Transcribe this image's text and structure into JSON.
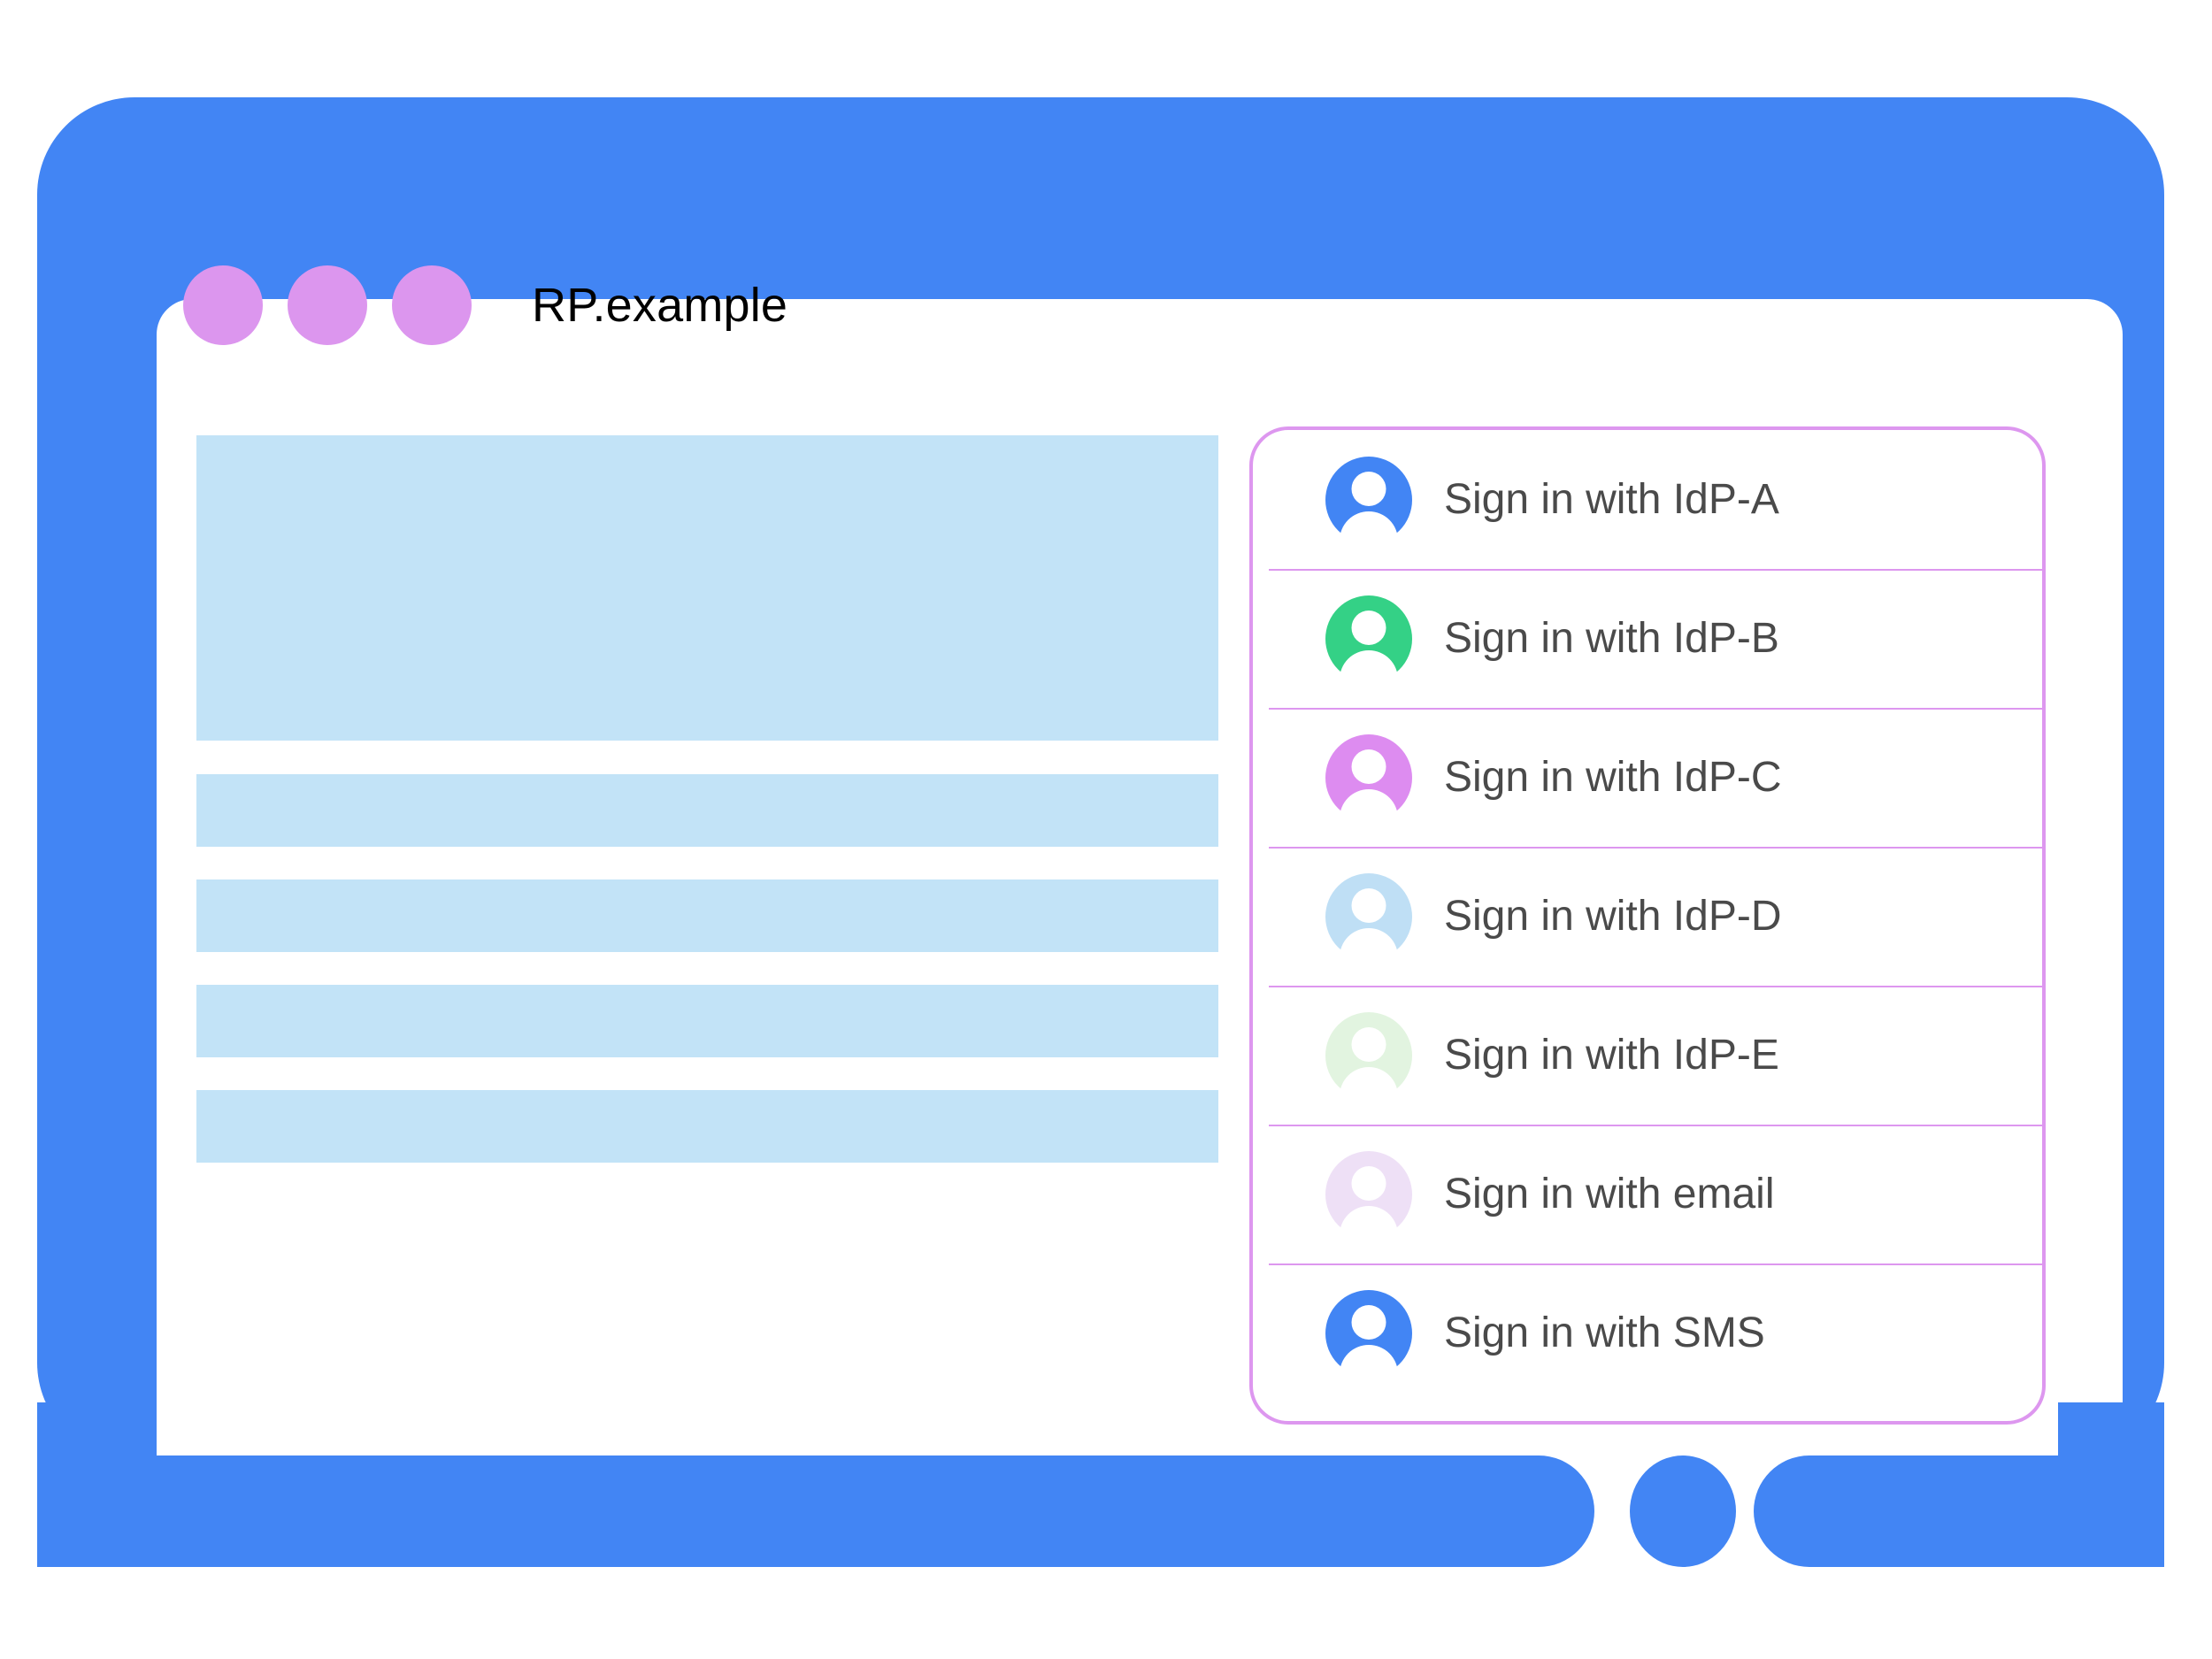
{
  "window": {
    "title": "RP.example",
    "dots": [
      "window-dot-1",
      "window-dot-2",
      "window-dot-3"
    ],
    "dot_color": "#dc96ee",
    "frame_color": "#4285f4"
  },
  "content": {
    "placeholder_color": "#c2e3f7",
    "blocks": [
      {
        "name": "hero-placeholder",
        "kind": "hero"
      },
      {
        "name": "text-placeholder-1",
        "kind": "bar"
      },
      {
        "name": "text-placeholder-2",
        "kind": "bar"
      },
      {
        "name": "text-placeholder-3",
        "kind": "bar"
      },
      {
        "name": "text-placeholder-4",
        "kind": "bar"
      }
    ]
  },
  "account_chooser": {
    "border_color": "#dd97ef",
    "separator_color": "#dd97ef",
    "label_color": "#4a4a4a",
    "options": [
      {
        "label": "Sign in with IdP-A",
        "icon": "avatar-icon",
        "avatar_color": "#4285f4"
      },
      {
        "label": "Sign in with IdP-B",
        "icon": "avatar-icon",
        "avatar_color": "#34d186"
      },
      {
        "label": "Sign in with IdP-C",
        "icon": "avatar-icon",
        "avatar_color": "#dd8cf0"
      },
      {
        "label": "Sign in with IdP-D",
        "icon": "avatar-icon",
        "avatar_color": "#bfdff5"
      },
      {
        "label": "Sign in with IdP-E",
        "icon": "avatar-icon",
        "avatar_color": "#e2f4e0"
      },
      {
        "label": "Sign in with email",
        "icon": "avatar-icon",
        "avatar_color": "#eee0f6"
      },
      {
        "label": "Sign in with SMS",
        "icon": "avatar-icon",
        "avatar_color": "#4285f4"
      }
    ]
  },
  "device": {
    "home_button": "home-button"
  }
}
